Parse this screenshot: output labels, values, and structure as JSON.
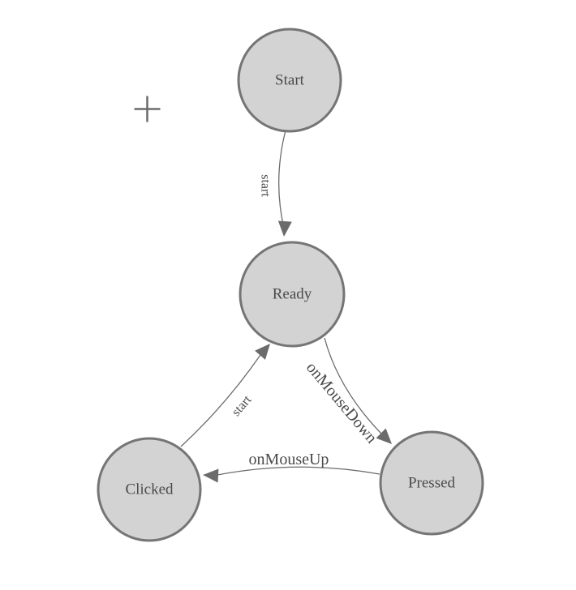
{
  "theme": {
    "canvas_bg": "#ffffff",
    "node_fill": "#d3d3d3",
    "node_stroke": "#757575",
    "edge_color": "#6b6b6b",
    "label_color": "#4a4a4a"
  },
  "icons": {
    "plus": "plus-crosshair"
  },
  "diagram": {
    "type": "state-machine",
    "nodes": [
      {
        "id": "start",
        "label": "Start"
      },
      {
        "id": "ready",
        "label": "Ready"
      },
      {
        "id": "clicked",
        "label": "Clicked"
      },
      {
        "id": "pressed",
        "label": "Pressed"
      }
    ],
    "edges": [
      {
        "from": "Start",
        "to": "Ready",
        "label": "start"
      },
      {
        "from": "Clicked",
        "to": "Ready",
        "label": "start"
      },
      {
        "from": "Ready",
        "to": "Pressed",
        "label": "onMouseDown"
      },
      {
        "from": "Pressed",
        "to": "Clicked",
        "label": "onMouseUp"
      }
    ]
  }
}
